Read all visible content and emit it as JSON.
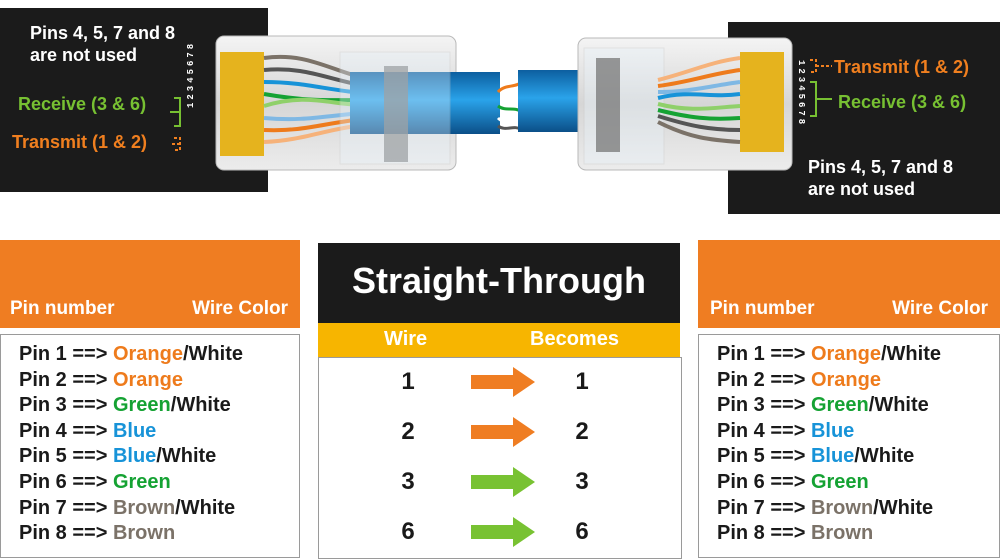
{
  "connectors": {
    "left": {
      "note": [
        "Pins 4, 5, 7 and 8",
        "are not used"
      ],
      "receive_label": "Receive (3 & 6)",
      "transmit_label": "Transmit (1 & 2)",
      "pin_digits": "12345678"
    },
    "right": {
      "note": [
        "Pins 4, 5, 7 and 8",
        "are not used"
      ],
      "receive_label": "Receive (3 & 6)",
      "transmit_label": "Transmit (1 & 2)",
      "pin_digits": "12345678"
    }
  },
  "table_left": {
    "header_pin": "Pin number",
    "header_color": "Wire Color",
    "rows": [
      {
        "prefix": "Pin 1 ==> ",
        "color": "Orange",
        "color_class": "orange",
        "suffix": "/White"
      },
      {
        "prefix": "Pin 2 ==> ",
        "color": "Orange",
        "color_class": "orange",
        "suffix": ""
      },
      {
        "prefix": "Pin 3 ==> ",
        "color": "Green",
        "color_class": "green",
        "suffix": "/White"
      },
      {
        "prefix": "Pin 4 ==> ",
        "color": "Blue",
        "color_class": "blue",
        "suffix": ""
      },
      {
        "prefix": "Pin 5 ==> ",
        "color": "Blue",
        "color_class": "blue",
        "suffix": "/White"
      },
      {
        "prefix": "Pin 6 ==> ",
        "color": "Green",
        "color_class": "green",
        "suffix": ""
      },
      {
        "prefix": "Pin 7 ==> ",
        "color": "Brown",
        "color_class": "brown",
        "suffix": "/White"
      },
      {
        "prefix": "Pin 8 ==> ",
        "color": "Brown",
        "color_class": "brown",
        "suffix": ""
      }
    ]
  },
  "table_right": {
    "header_pin": "Pin number",
    "header_color": "Wire Color",
    "rows": [
      {
        "prefix": "Pin 1 ==> ",
        "color": "Orange",
        "color_class": "orange",
        "suffix": "/White"
      },
      {
        "prefix": "Pin 2 ==> ",
        "color": "Orange",
        "color_class": "orange",
        "suffix": ""
      },
      {
        "prefix": "Pin 3 ==> ",
        "color": "Green",
        "color_class": "green",
        "suffix": "/White"
      },
      {
        "prefix": "Pin 4 ==> ",
        "color": "Blue",
        "color_class": "blue",
        "suffix": ""
      },
      {
        "prefix": "Pin 5 ==> ",
        "color": "Blue",
        "color_class": "blue",
        "suffix": "/White"
      },
      {
        "prefix": "Pin 6 ==> ",
        "color": "Green",
        "color_class": "green",
        "suffix": ""
      },
      {
        "prefix": "Pin 7 ==> ",
        "color": "Brown",
        "color_class": "brown",
        "suffix": "/White"
      },
      {
        "prefix": "Pin 8 ==> ",
        "color": "Brown",
        "color_class": "brown",
        "suffix": ""
      }
    ]
  },
  "straight_through": {
    "title": "Straight-Through",
    "col_wire": "Wire",
    "col_becomes": "Becomes",
    "rows": [
      {
        "wire": "1",
        "becomes": "1",
        "arrow_color": "#ef7d22"
      },
      {
        "wire": "2",
        "becomes": "2",
        "arrow_color": "#ef7d22"
      },
      {
        "wire": "3",
        "becomes": "3",
        "arrow_color": "#78c232"
      },
      {
        "wire": "6",
        "becomes": "6",
        "arrow_color": "#78c232"
      }
    ]
  },
  "colors": {
    "orange": "#ee7b1c",
    "green": "#15a233",
    "blue": "#1793d8",
    "brown": "#7b7268",
    "header_orange": "#ef7d22",
    "header_yellow": "#f7b500",
    "black_panel": "#1b1b1b",
    "cable_blue": "#1a8fd6"
  }
}
